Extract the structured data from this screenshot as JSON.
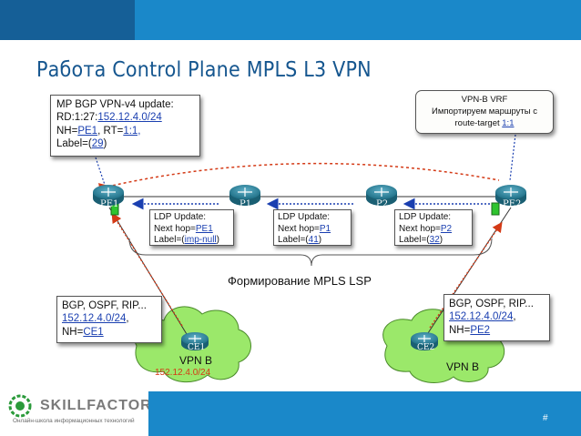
{
  "title": "Работа Control Plane MPLS L3 VPN",
  "mp_bgp_box": {
    "line1": "MP BGP VPN-v4 update:",
    "rd_prefix": "RD:1:27:",
    "rd_value": "152.12.4.0/24",
    "nh_label": "NH=",
    "nh_value": "PE1",
    "rt_label": ", RT=",
    "rt_value": "1:1,",
    "label_prefix": "Label=(",
    "label_value": "29",
    "label_suffix": ")"
  },
  "vrf_box": {
    "line1": "VPN-B VRF",
    "line2": "Импортируем маршруты с",
    "line3_prefix": "route-target ",
    "line3_value": "1:1"
  },
  "routers": [
    "PE1",
    "P1",
    "P2",
    "PE2"
  ],
  "ce_routers": [
    "CE1",
    "CE2"
  ],
  "ldp_updates": [
    {
      "title": "LDP Update:",
      "nh_prefix": "Next hop=",
      "nh_value": "PE1",
      "label_prefix": "Label=(",
      "label_value": "imp-null",
      "label_suffix": ")"
    },
    {
      "title": "LDP Update:",
      "nh_prefix": "Next hop=",
      "nh_value": "P1",
      "label_prefix": "Label=(",
      "label_value": "41",
      "label_suffix": ")"
    },
    {
      "title": "LDP Update:",
      "nh_prefix": "Next hop=",
      "nh_value": "P2",
      "label_prefix": "Label=(",
      "label_value": "32",
      "label_suffix": ")"
    }
  ],
  "lsp_label": "Формирование MPLS LSP",
  "bgp_left": {
    "line1": "BGP, OSPF, RIP...",
    "prefix": "152.12.4.0/24",
    "comma": ",",
    "nh_prefix": "NH=",
    "nh_value": "CE1"
  },
  "bgp_right": {
    "line1": "BGP, OSPF, RIP...",
    "prefix": "152.12.4.0/24",
    "comma": ",",
    "nh_prefix": "NH=",
    "nh_value": "PE2"
  },
  "vpn_left": {
    "name": "VPN B",
    "prefix": "152.12.4.0/24"
  },
  "vpn_right": {
    "name": "VPN B"
  },
  "brand": {
    "name": "SKILLFACTORY",
    "tagline": "Онлайн-школа информационных технологий"
  },
  "page_number": "#",
  "colors": {
    "header_blue": "#1a88c9",
    "title_blue": "#15568f",
    "arrow_blue": "#1a3fb0",
    "arrow_red": "#d43a16",
    "cloud_green": "#9be86a",
    "router_teal": "#1f6f86"
  }
}
